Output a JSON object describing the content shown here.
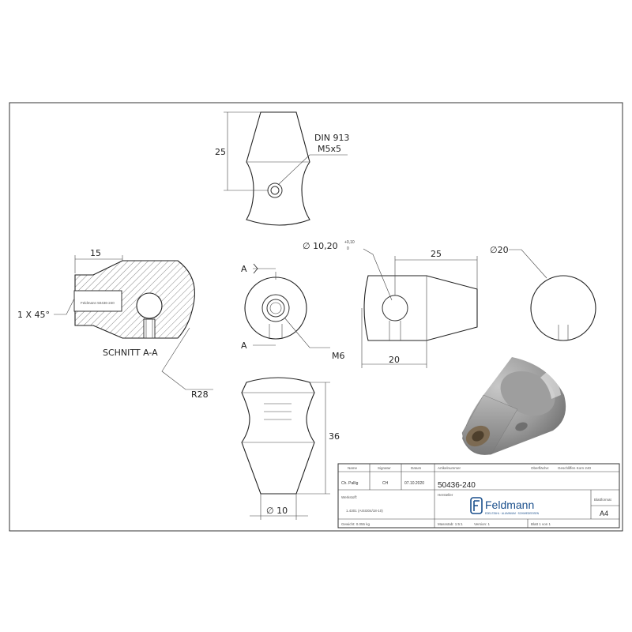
{
  "dimensions": {
    "top_height": "25",
    "din": "DIN 913",
    "thread_set": "M5x5",
    "section_length": "15",
    "chamfer": "1 X 45°",
    "section_label": "SCHNITT A-A",
    "radius": "R28",
    "section_mark": "A",
    "thread_main": "M6",
    "hole_dia": "∅ 10,20",
    "hole_tol_upper": "+0,10",
    "hole_tol_lower": "0",
    "side_length": "25",
    "side_width": "20",
    "end_dia": "∅20",
    "front_height": "36",
    "front_bottom_dia": "∅ 10",
    "section_part_text": "Feldmann 50436-240"
  },
  "title_block": {
    "col_name": "Name",
    "col_signatur": "Signatur",
    "col_datum": "Datum",
    "col_artikel": "Artikelnummer",
    "surface_label": "Oberfläche:",
    "surface_value": "Geschliffen Korn 240",
    "drawer_name": "Ch. Pallig",
    "drawer_sig": "CH",
    "drawer_date": "07.10.2020",
    "article_no": "50436-240",
    "werkstoff_label": "Werkstoff:",
    "werkstoff_value": "1.4301 (AISI304/18-10)",
    "hersteller_label": "Hersteller",
    "company": "Feldmann",
    "company_sub": "EDELSTAHL · ALUMINIUM · SCHMIEDEEISEN",
    "format_label": "Blattformat",
    "format_value": "A4",
    "weight": "Gewicht: 0.055 kg",
    "scale": "Massstab: 1:5:1",
    "version": "Version: 1",
    "sheet": "Blatt 1 von 1"
  },
  "colors": {
    "line": "#222222",
    "hatch": "#555555",
    "logo_blue": "#1a4f8c",
    "render_light": "#a9a9a9",
    "render_dark": "#6f6f6f",
    "render_thread": "#5b4a34"
  }
}
